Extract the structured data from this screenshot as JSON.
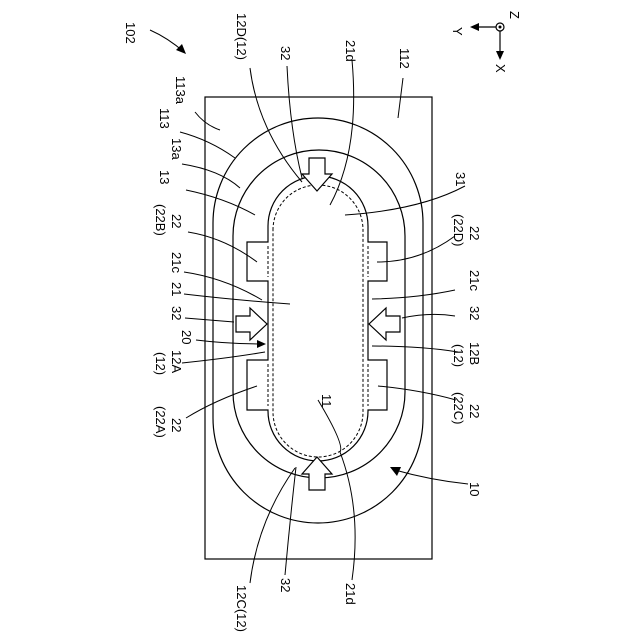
{
  "figure_number": "102",
  "axes": {
    "y": "Y",
    "z": "Z",
    "x": "X"
  },
  "labels": {
    "l112": "112",
    "l113a": "113a",
    "l113": "113",
    "l13a": "13a",
    "l13": "13",
    "l12D": "12D(12)",
    "l32_top": "32",
    "l21d_top": "21d",
    "l31": "31",
    "l22B_a": "22",
    "l22B_b": "(22B)",
    "l21c_left": "21c",
    "l21": "21",
    "l32_left": "32",
    "l20": "20",
    "l12A_a": "12A",
    "l12A_b": "(12)",
    "l22A_a": "22",
    "l22A_b": "(22A)",
    "l22D_a": "22",
    "l22D_b": "(22D)",
    "l21c_right": "21c",
    "l32_right": "32",
    "l12B_a": "12B",
    "l12B_b": "(12)",
    "l22C_a": "22",
    "l22C_b": "(22C)",
    "l11": "11",
    "l10": "10",
    "l12C": "12C(12)",
    "l32_bottom": "32",
    "l21d_bottom": "21d"
  }
}
